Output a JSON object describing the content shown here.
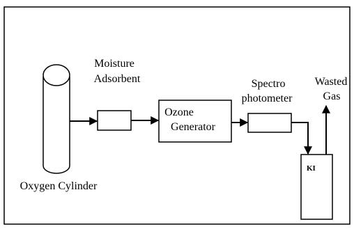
{
  "labels": {
    "moisture_line1": "Moisture",
    "moisture_line2": "Adsorbent",
    "ozone_line1": "Ozone",
    "ozone_line2": "Generator",
    "spectro_line1": "Spectro",
    "spectro_line2": "photometer",
    "wasted_line1": "Wasted",
    "wasted_line2": "Gas",
    "ki": "KI",
    "oxygen": "Oxygen Cylinder"
  }
}
